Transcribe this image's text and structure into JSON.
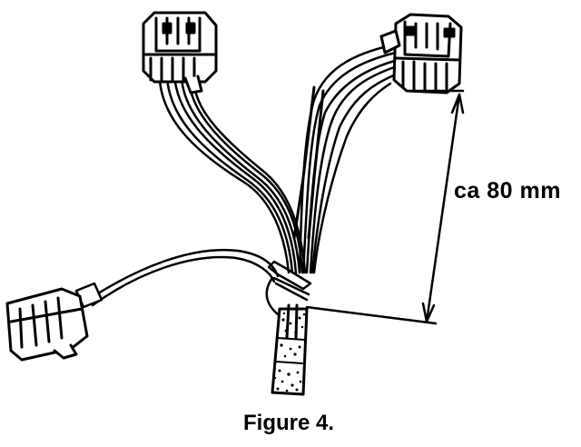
{
  "figure": {
    "caption": "Figure 4.",
    "dimension_label": "ca 80 mm"
  },
  "colors": {
    "ink": "#000000",
    "paper": "#ffffff"
  },
  "parts": [
    "connector-top-left",
    "connector-top-right",
    "connector-left",
    "wire-harness",
    "cable-tie",
    "conduit-sleeve",
    "dimension-line"
  ]
}
